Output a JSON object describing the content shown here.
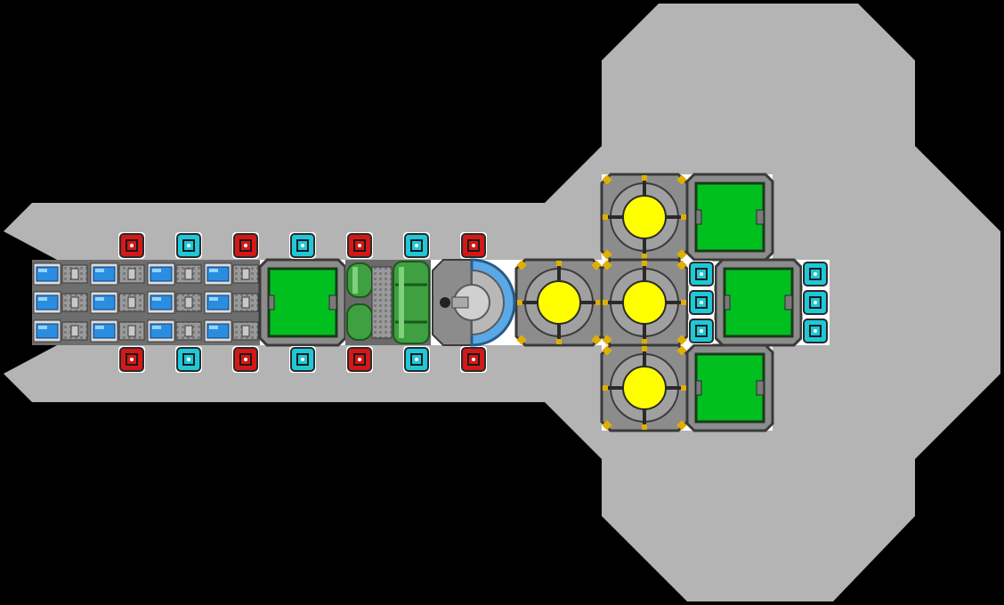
{
  "game": {
    "view": "ship-blueprint-editor",
    "background_color": "#000000",
    "hull_color": "#b4b4b4",
    "colors": {
      "module_frame": "#8c8c8c",
      "module_frame_dark": "#3a3a3a",
      "storage_green": "#00c020",
      "reactor_yellow": "#ffff00",
      "red_block": "#d41818",
      "cyan_block": "#1ec8d8",
      "blue_cell": "#2a8de0",
      "engine_green": "#3ea040",
      "cockpit_blue": "#5aa9e6",
      "connector_gold": "#e0b000"
    }
  },
  "modules": {
    "battery_cells": {
      "rows": 3,
      "columns": 4,
      "icon": "battery-cell-icon"
    },
    "storage_bays": {
      "count": 4,
      "icon": "storage-bay-icon"
    },
    "reactors": {
      "count": 4,
      "icon": "reactor-core-icon"
    },
    "engine": {
      "count": 1,
      "icon": "engine-tank-icon"
    },
    "cockpit": {
      "count": 1,
      "icon": "cockpit-icon"
    },
    "red_armor_nodes": {
      "count": 8,
      "icon": "red-node-icon"
    },
    "cyan_shield_nodes": {
      "count": 12,
      "icon": "cyan-node-icon"
    }
  }
}
